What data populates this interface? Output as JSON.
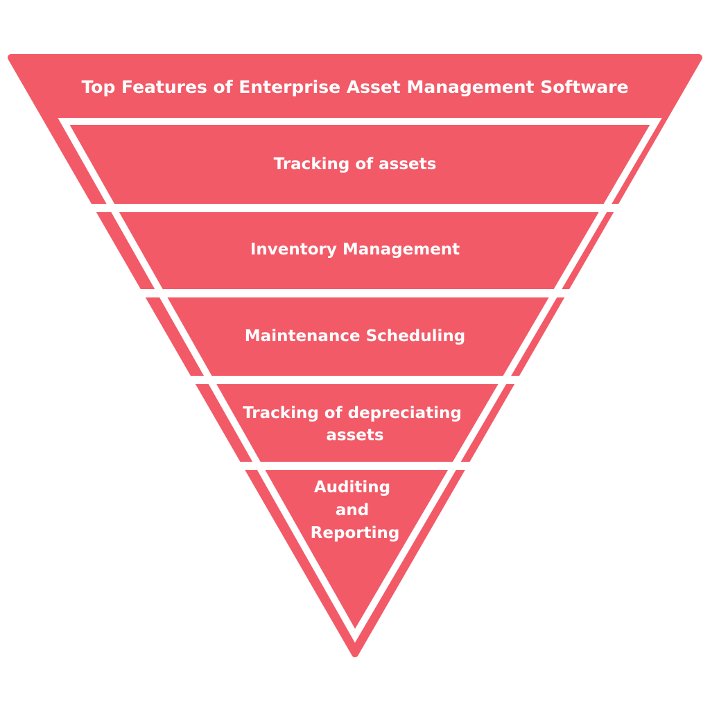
{
  "diagram": {
    "title": "Top Features of Enterprise Asset Management Software",
    "fill_color": "#f25a68",
    "levels": [
      {
        "lines": [
          "Tracking of assets"
        ]
      },
      {
        "lines": [
          "Inventory Management"
        ]
      },
      {
        "lines": [
          "Maintenance Scheduling"
        ]
      },
      {
        "lines": [
          "Tracking of depreciating",
          "assets"
        ]
      },
      {
        "lines": [
          "Auditing",
          "and",
          "Reporting"
        ]
      }
    ]
  }
}
